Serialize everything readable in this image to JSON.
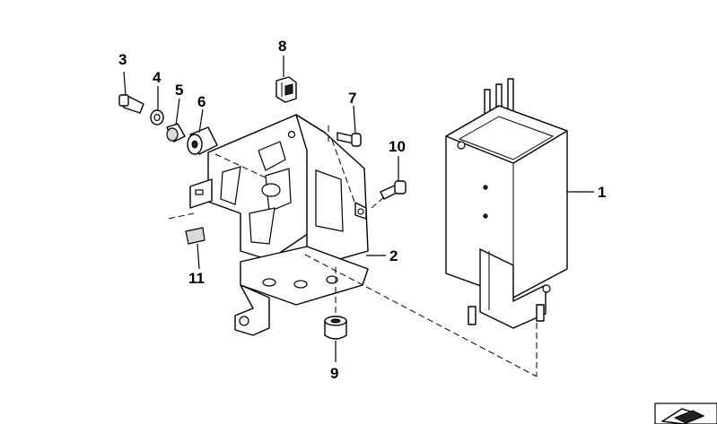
{
  "callouts": [
    {
      "id": "part-1",
      "number": "1"
    },
    {
      "id": "part-2",
      "number": "2"
    },
    {
      "id": "part-3",
      "number": "3"
    },
    {
      "id": "part-4",
      "number": "4"
    },
    {
      "id": "part-5",
      "number": "5"
    },
    {
      "id": "part-6",
      "number": "6"
    },
    {
      "id": "part-7",
      "number": "7"
    },
    {
      "id": "part-8",
      "number": "8"
    },
    {
      "id": "part-9",
      "number": "9"
    },
    {
      "id": "part-10",
      "number": "10"
    },
    {
      "id": "part-11",
      "number": "11"
    }
  ],
  "parts_icon": "parts-catalog-corner-icon"
}
